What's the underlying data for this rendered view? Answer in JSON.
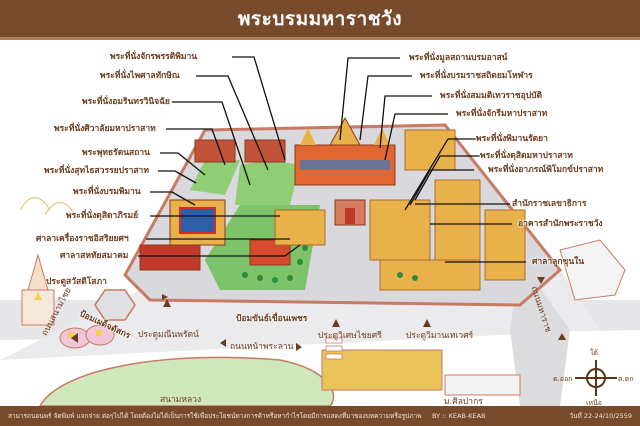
{
  "header": {
    "title": "พระบรมมหาราชวัง"
  },
  "colors": {
    "header_bg": "#764a2a",
    "label_text": "#6b3d1e",
    "wall": "#c97a63",
    "lawn": "#7cc36a",
    "roof_orange": "#e0672f",
    "building_gold": "#e8b14a"
  },
  "map": {
    "left_labels": [
      "พระที่นั่งจักรพรรดิพิมาน",
      "พระที่นั่งไพศาลทักษิณ",
      "พระที่นั่งอมรินทรวินิจฉัย",
      "พระที่นั่งศิวาลัยมหาปราสาท",
      "พระพุทธรัตนสถาน",
      "พระที่นั่งสุทไธสวรรยปราสาท",
      "พระที่นั่งบรมพิมาน",
      "พระที่นั่งดุสิดาภิรมย์",
      "ศาลาเครื่องราชอิสริยยศฯ",
      "ศาลาสหทัยสมาคม"
    ],
    "right_labels": [
      "พระที่นั่งมูลสถานบรมอาสน์",
      "พระที่นั่งบรมราชสถิตยมโหฬาร",
      "พระที่นั่งสมมติเทวราชอุปบัติ",
      "พระที่นั่งจักรีมหาปราสาท",
      "พระที่นั่งพิมานรัตยา",
      "พระที่นั่งดุสิตมหาปราสาท",
      "พระที่นั่งอาภรณ์พิโมกข์ปราสาท",
      "สำนักราชเลขาธิการ",
      "อาคารสำนักพระราชวัง",
      "ศาลาลูกขุนใน"
    ],
    "gates": {
      "west_gate": "ประตูสวัสดิโสภา",
      "manee_gate": "ประตูมณีนพรัตน์",
      "wisetchaisri_gate": "ประตูวิเศษไชยศรี",
      "wimanthewet_gate": "ประตูวิมานเทเวศร์"
    },
    "forts": {
      "fort_west": "ป้อมเผด็จดัสกร",
      "fort_north": "ป้อมขันธ์เขื่อนเพชร"
    },
    "roads": {
      "sanamchai": "ถนนสนามไชย",
      "naphralan": "ถนนหน้าพระลาน",
      "maharat": "ถนนมหาราช"
    },
    "places": {
      "sanam_luang": "สนามหลวง",
      "silpakorn": "ม.ศิลปากร"
    },
    "compass": {
      "south": "ใต้",
      "north": "เหนือ",
      "east": "ต.ออก",
      "west": "ต.ตก"
    }
  },
  "footer": {
    "note": "สามารถนอนพร์ จัดพิมพ์ แจกจ่าย ต่อๆไปได้ โดยต้องไม่ได้เป็นการใช้เพื่อประโยชน์ทางการค้าหรือหากำไรโดยมีการแสดงที่มาของบทความหรือรูปภาพ",
    "credit": "BY :: KEAB-KEAB",
    "date": "วันที่ 22-24/10/2559"
  }
}
